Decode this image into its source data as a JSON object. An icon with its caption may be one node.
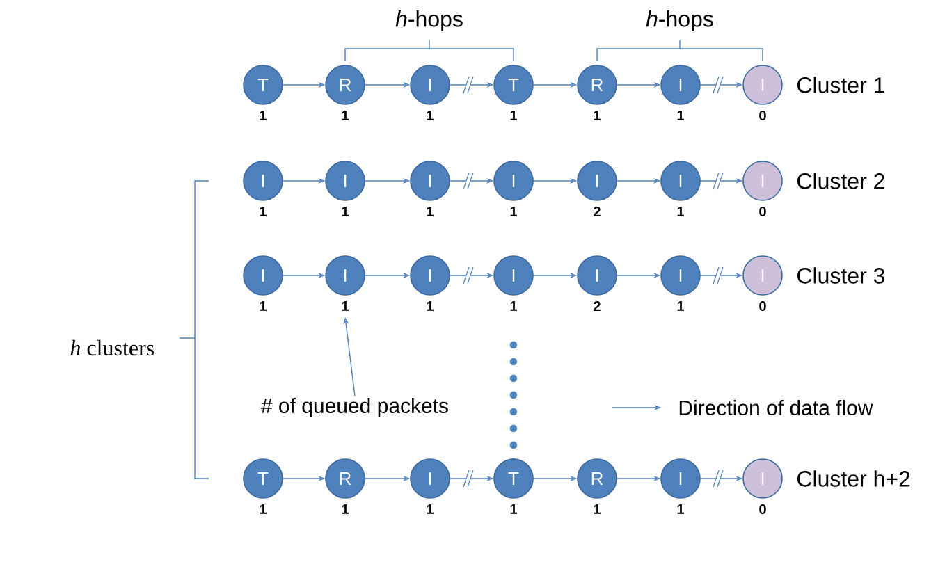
{
  "diagram": {
    "nodes": [
      {
        "text": [
          "T"
        ],
        "beside": [
          "1"
        ]
      },
      {
        "text": [
          "R"
        ],
        "beside": [
          "1"
        ]
      },
      {
        "text": [
          "I"
        ],
        "beside": [
          "1"
        ]
      },
      {
        "text": [
          "T"
        ],
        "beside": [
          "1"
        ]
      },
      {
        "text": [
          "R"
        ],
        "beside": [
          "1"
        ]
      },
      {
        "text": [
          "I"
        ],
        "beside": [
          "1"
        ]
      },
      {
        "text": [
          "I"
        ],
        "beside": [
          "0"
        ]
      },
      {
        "text": [
          "I"
        ],
        "beside": [
          "1"
        ]
      },
      {
        "text": [
          "I"
        ],
        "beside": [
          "1"
        ]
      },
      {
        "text": [
          "I"
        ],
        "beside": [
          "1"
        ]
      },
      {
        "text": [
          "I"
        ],
        "beside": [
          "1"
        ]
      },
      {
        "text": [
          "I"
        ],
        "beside": [
          "2"
        ]
      },
      {
        "text": [
          "I"
        ],
        "beside": [
          "1"
        ]
      },
      {
        "text": [
          "I"
        ],
        "beside": [
          "0"
        ]
      },
      {
        "text": [
          "I"
        ],
        "beside": [
          "1"
        ]
      },
      {
        "text": [
          "I"
        ],
        "beside": [
          "1"
        ]
      },
      {
        "text": [
          "I"
        ],
        "beside": [
          "1"
        ]
      },
      {
        "text": [
          "I"
        ],
        "beside": [
          "1"
        ]
      },
      {
        "text": [
          "I"
        ],
        "beside": [
          "2"
        ]
      },
      {
        "text": [
          "I"
        ],
        "beside": [
          "1"
        ]
      },
      {
        "text": [
          "I"
        ],
        "beside": [
          "0"
        ]
      },
      {
        "text": [
          "T"
        ],
        "beside": [
          "1"
        ]
      },
      {
        "text": [
          "R"
        ],
        "beside": [
          "1"
        ]
      },
      {
        "text": [
          "I"
        ],
        "beside": [
          "1"
        ]
      },
      {
        "text": [
          "T"
        ],
        "beside": [
          "1"
        ]
      },
      {
        "text": [
          "R"
        ],
        "beside": [
          "1"
        ]
      },
      {
        "text": [
          "I"
        ],
        "beside": [
          "1"
        ]
      },
      {
        "text": [
          "I"
        ],
        "beside": [
          "0"
        ]
      },
      {
        "text": [
          "# of queued packets"
        ]
      }
    ],
    "edges": [
      {
        "from": 0,
        "to": 1,
        "arrow": "to"
      },
      {
        "from": 1,
        "to": 2,
        "arrow": "to"
      },
      {
        "from": 2,
        "to": 3,
        "arrow": "to"
      },
      {
        "from": 3,
        "to": 4,
        "arrow": "to"
      },
      {
        "from": 4,
        "to": 5,
        "arrow": "to"
      },
      {
        "from": 5,
        "to": 6,
        "arrow": "to"
      },
      {
        "from": 7,
        "to": 8,
        "arrow": "to"
      },
      {
        "from": 8,
        "to": 9,
        "arrow": "to"
      },
      {
        "from": 9,
        "to": 10,
        "arrow": "to"
      },
      {
        "from": 10,
        "to": 11,
        "arrow": "to"
      },
      {
        "from": 11,
        "to": 12,
        "arrow": "to"
      },
      {
        "from": 12,
        "to": 13,
        "arrow": "to"
      },
      {
        "from": 14,
        "to": 15,
        "arrow": "to"
      },
      {
        "from": 15,
        "to": 16,
        "arrow": "to"
      },
      {
        "from": 16,
        "to": 17,
        "arrow": "to"
      },
      {
        "from": 17,
        "to": 18,
        "arrow": "to"
      },
      {
        "from": 18,
        "to": 19,
        "arrow": "to"
      },
      {
        "from": 19,
        "to": 20,
        "arrow": "to"
      },
      {
        "from": 21,
        "to": 22,
        "arrow": "to"
      },
      {
        "from": 22,
        "to": 23,
        "arrow": "to"
      },
      {
        "from": 23,
        "to": 24,
        "arrow": "to"
      },
      {
        "from": 24,
        "to": 25,
        "arrow": "to"
      },
      {
        "from": 25,
        "to": 26,
        "arrow": "to"
      },
      {
        "from": 26,
        "to": 27,
        "arrow": "to"
      },
      {
        "from": 28,
        "to": 15,
        "arrow": "to"
      }
    ],
    "labels": [
      "*h*-hops",
      "*h*-hops",
      "Cluster 1",
      "Cluster 2",
      "*h* clusters",
      "Cluster 3",
      "Cluster h+2"
    ],
    "legend": [
      {
        "text": "Direction of data flow"
      }
    ]
  }
}
